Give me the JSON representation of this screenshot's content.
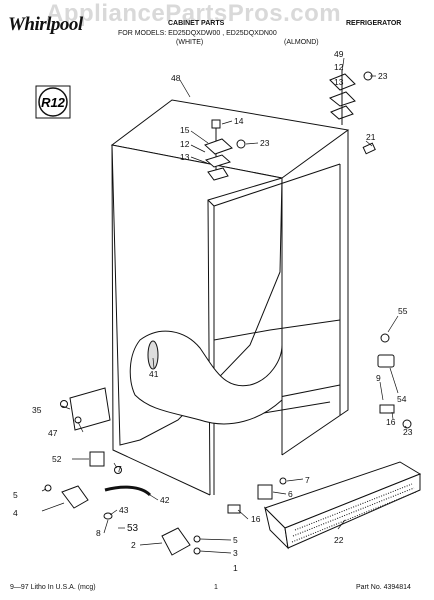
{
  "header": {
    "brand": "Whirlpool",
    "watermark": "AppliancePartsPros.com",
    "title": "CABINET PARTS",
    "category": "REFRIGERATOR",
    "models_line": "FOR MODELS: ED25DQXDW00 , ED25DQXDN00",
    "color_white": "(WHITE)",
    "color_almond": "(ALMOND)"
  },
  "badge": {
    "text": "R12",
    "note": "Refrigerant R12"
  },
  "callouts": [
    {
      "id": "c48",
      "label": "48"
    },
    {
      "id": "c49",
      "label": "49"
    },
    {
      "id": "c12r",
      "label": "12"
    },
    {
      "id": "c13r",
      "label": "13"
    },
    {
      "id": "c23a",
      "label": "23"
    },
    {
      "id": "c14",
      "label": "14"
    },
    {
      "id": "c15",
      "label": "15"
    },
    {
      "id": "c12l",
      "label": "12"
    },
    {
      "id": "c13l",
      "label": "13"
    },
    {
      "id": "c23b",
      "label": "23"
    },
    {
      "id": "c21",
      "label": "21"
    },
    {
      "id": "c55",
      "label": "55"
    },
    {
      "id": "c41",
      "label": "41"
    },
    {
      "id": "c9",
      "label": "9"
    },
    {
      "id": "c54",
      "label": "54"
    },
    {
      "id": "c35",
      "label": "35"
    },
    {
      "id": "c47",
      "label": "47"
    },
    {
      "id": "c16r",
      "label": "16"
    },
    {
      "id": "c23c",
      "label": "23"
    },
    {
      "id": "c52",
      "label": "52"
    },
    {
      "id": "c7a",
      "label": "7"
    },
    {
      "id": "c7b",
      "label": "7"
    },
    {
      "id": "c6",
      "label": "6"
    },
    {
      "id": "c5a",
      "label": "5"
    },
    {
      "id": "c4",
      "label": "4"
    },
    {
      "id": "c42",
      "label": "42"
    },
    {
      "id": "c43",
      "label": "43"
    },
    {
      "id": "c16b",
      "label": "16"
    },
    {
      "id": "c8",
      "label": "8"
    },
    {
      "id": "c53",
      "label": "53"
    },
    {
      "id": "c22",
      "label": "22"
    },
    {
      "id": "c2",
      "label": "2"
    },
    {
      "id": "c5b",
      "label": "5"
    },
    {
      "id": "c3",
      "label": "3"
    },
    {
      "id": "c1",
      "label": "1"
    }
  ],
  "footer": {
    "left": "9—97 Litho In U.S.A. (mcg)",
    "page": "1",
    "part_no": "Part No. 4394814"
  }
}
